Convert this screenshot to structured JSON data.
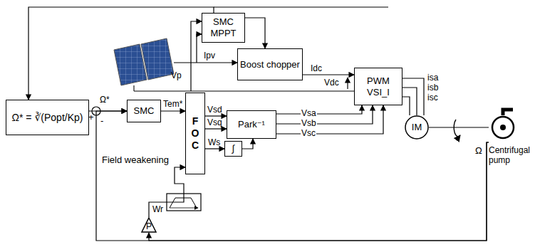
{
  "diagram": {
    "nodes": [
      {
        "text": [
          "SMC MPPT"
        ]
      },
      {
        "text": [
          "Boost chopper"
        ]
      },
      {
        "text": [
          "PWM VSI_I"
        ]
      },
      {
        "text": [
          "Ω* = ∛(Popt/Kp)"
        ]
      },
      {
        "text": [
          "SMC"
        ]
      },
      {
        "text": [
          "F O C"
        ]
      },
      {
        "text": [
          "Park⁻¹"
        ]
      },
      {
        "text": [
          "∫"
        ]
      },
      {
        "text": [
          "IM"
        ]
      },
      {
        "text": [
          "Centrifugal pump"
        ]
      },
      {
        "text": [
          "P"
        ]
      }
    ],
    "edges": [
      {
        "from": 0,
        "to": 1,
        "arrow": "to"
      },
      {
        "from": 0,
        "to": 3,
        "arrow": "to"
      },
      {
        "from": 3,
        "to": 4,
        "arrow": "to"
      },
      {
        "from": 4,
        "to": 5,
        "label": "Tem*",
        "arrow": "to"
      },
      {
        "from": 5,
        "to": 6,
        "label": "Vsd",
        "arrow": "to"
      },
      {
        "from": 5,
        "to": 6,
        "label": "Vsq",
        "arrow": "to"
      },
      {
        "from": 5,
        "to": 7,
        "label": "Ws",
        "arrow": "to"
      },
      {
        "from": 7,
        "to": 6,
        "arrow": "to"
      },
      {
        "from": 6,
        "to": 2,
        "label": "Vsa",
        "arrow": "to"
      },
      {
        "from": 6,
        "to": 2,
        "label": "Vsb",
        "arrow": "to"
      },
      {
        "from": 6,
        "to": 2,
        "label": "Vsc",
        "arrow": "to"
      },
      {
        "from": 1,
        "to": 2,
        "label": "Idc",
        "arrow": "to"
      },
      {
        "from": 2,
        "to": 8,
        "label": "isa",
        "arrow": "none"
      },
      {
        "from": 2,
        "to": 8,
        "label": "isb",
        "arrow": "none"
      },
      {
        "from": 2,
        "to": 8,
        "label": "isc",
        "arrow": "none"
      },
      {
        "from": 8,
        "to": 9,
        "arrow": "none"
      },
      {
        "from": 9,
        "to": 10,
        "arrow": "to"
      },
      {
        "from": 9,
        "to": 4,
        "arrow": "to"
      },
      {
        "from": 10,
        "to": 5,
        "arrow": "to"
      }
    ],
    "labels": [
      "Ipv",
      "Vp",
      "Vdc",
      "Ω*",
      "+",
      "-",
      "Field weakening",
      "Wr",
      "Ω"
    ]
  }
}
